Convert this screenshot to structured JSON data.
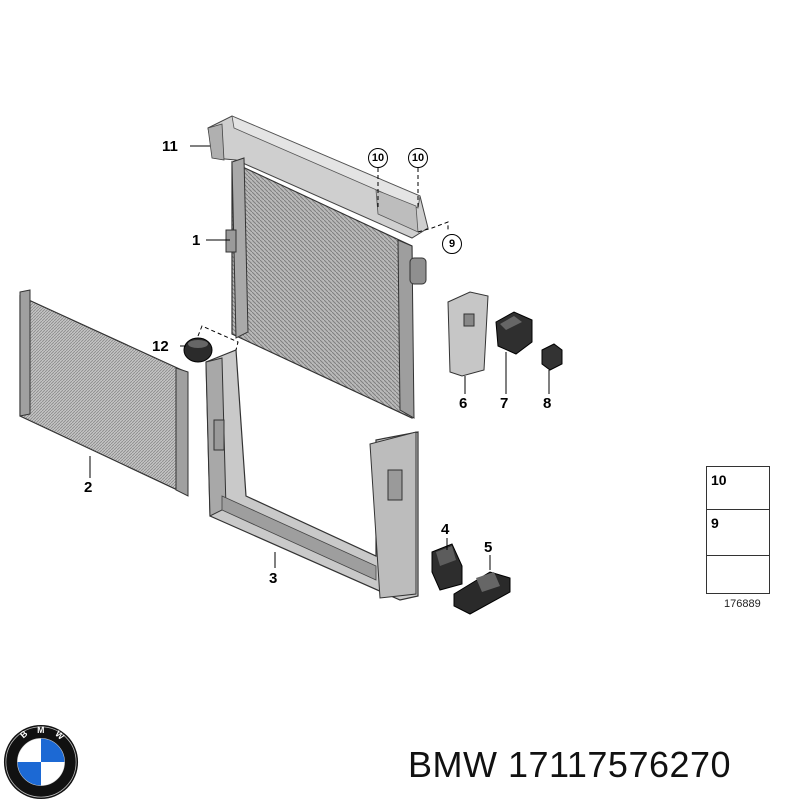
{
  "callouts": {
    "c1": "1",
    "c2": "2",
    "c3": "3",
    "c4": "4",
    "c5": "5",
    "c6": "6",
    "c7": "7",
    "c8": "8",
    "c9": "9",
    "c10a": "10",
    "c10b": "10",
    "c11": "11",
    "c12": "12"
  },
  "legend": {
    "row1_num": "10",
    "row2_num": "9"
  },
  "diagram_id": "176889",
  "footer": {
    "brand": "BMW",
    "part_number": "17117576270",
    "text": "BMW 17117576270"
  },
  "logo": {
    "letters": "BMW",
    "colors": {
      "blue": "#1c69d4",
      "white": "#ffffff",
      "ring": "#111111"
    }
  }
}
